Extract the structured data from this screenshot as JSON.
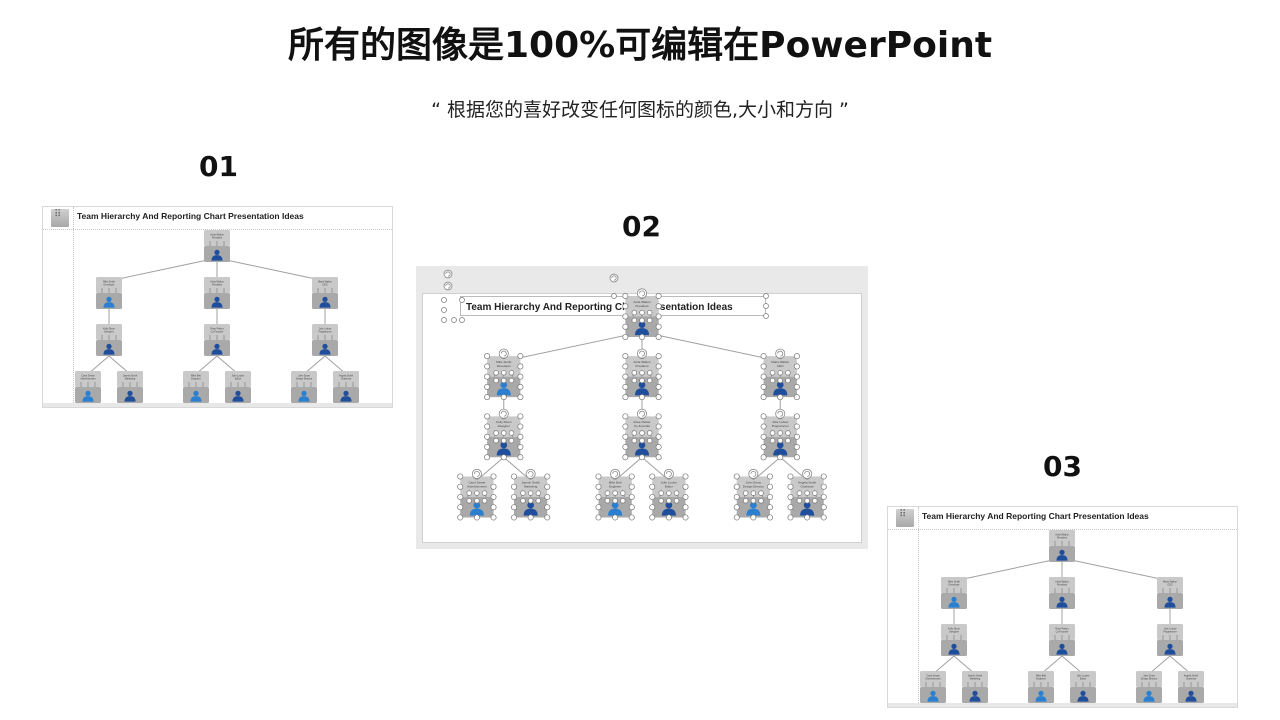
{
  "page": {
    "title": "所有的图像是100%可编辑在PowerPoint",
    "subtitle": "“ 根据您的喜好改变任何图标的颜色,大小和方向 ”"
  },
  "colors": {
    "node_top": "#c9c9c9",
    "node_bottom": "#a9a9a9",
    "connector": "#a0a0a0",
    "person_dark_blue": "#1f4e9c",
    "person_light_blue": "#2a7fd0",
    "handle_stroke": "#777777"
  },
  "examples": [
    {
      "number": "01",
      "slide_title": "Team Hierarchy And Reporting Chart Presentation Ideas",
      "variant": "plain"
    },
    {
      "number": "02",
      "slide_title": "Team Hierarchy And Reporting Chart Presentation Ideas",
      "variant": "selected"
    },
    {
      "number": "03",
      "slide_title": "Team Hierarchy And Reporting Chart Presentation Ideas",
      "variant": "plain"
    }
  ],
  "org_chart": {
    "root": {
      "name": "Anita Walton",
      "role": "President",
      "icon": "person-female-icon",
      "tone": "dark"
    },
    "level1": [
      {
        "name": "Mike Smith",
        "role": "Developer",
        "icon": "person-male-icon",
        "tone": "light"
      },
      {
        "name": "Anita Walton",
        "role": "President",
        "icon": "person-female-icon",
        "tone": "dark"
      },
      {
        "name": "Maria Walton",
        "role": "CEO",
        "icon": "person-female-icon",
        "tone": "dark"
      }
    ],
    "level2": [
      {
        "name": "Kelly Dixon",
        "role": "Designer",
        "icon": "person-female-icon",
        "tone": "dark"
      },
      {
        "name": "Rose Parker",
        "role": "Co-Founder",
        "icon": "person-female-icon",
        "tone": "dark"
      },
      {
        "name": "Julie Lebow",
        "role": "Programmer",
        "icon": "person-female-icon",
        "tone": "dark"
      }
    ],
    "level3": [
      {
        "name": "Carol Sewar",
        "role": "Advertisement",
        "icon": "person-male-icon",
        "tone": "light",
        "parent": 0
      },
      {
        "name": "Jasmin Smith",
        "role": "Marketing",
        "icon": "person-female-icon",
        "tone": "dark",
        "parent": 0
      },
      {
        "name": "Mike Britt",
        "role": "Engineer",
        "icon": "person-male-icon",
        "tone": "light",
        "parent": 1
      },
      {
        "name": "Julie Locker",
        "role": "Editor",
        "icon": "person-female-icon",
        "tone": "dark",
        "parent": 1
      },
      {
        "name": "John Snow",
        "role": "Design Director",
        "icon": "person-male-icon",
        "tone": "light",
        "parent": 2
      },
      {
        "name": "Angela Smith",
        "role": "Chairman",
        "icon": "person-female-icon",
        "tone": "dark",
        "parent": 2
      }
    ]
  }
}
